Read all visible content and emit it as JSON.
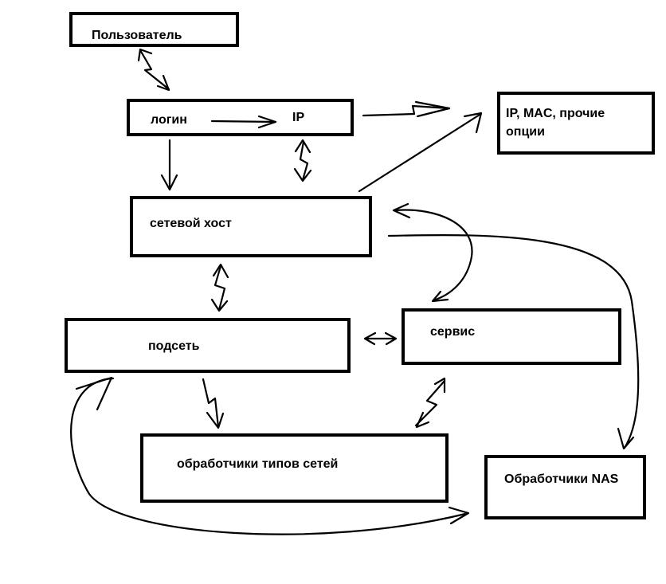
{
  "nodes": {
    "user": {
      "label": "Пользователь"
    },
    "login": {
      "label": "логин"
    },
    "ip": {
      "label": "IP"
    },
    "options": {
      "line1": "IP, MAC, прочие",
      "line2": "опции"
    },
    "host": {
      "label": "сетевой хост"
    },
    "subnet": {
      "label": "подсеть"
    },
    "service": {
      "label": "сервис"
    },
    "network_handlers": {
      "label": "обработчики типов сетей"
    },
    "nas_handlers": {
      "label": "Обработчики NAS"
    }
  },
  "colors": {
    "background": "#ffffff",
    "ink": "#000000"
  }
}
